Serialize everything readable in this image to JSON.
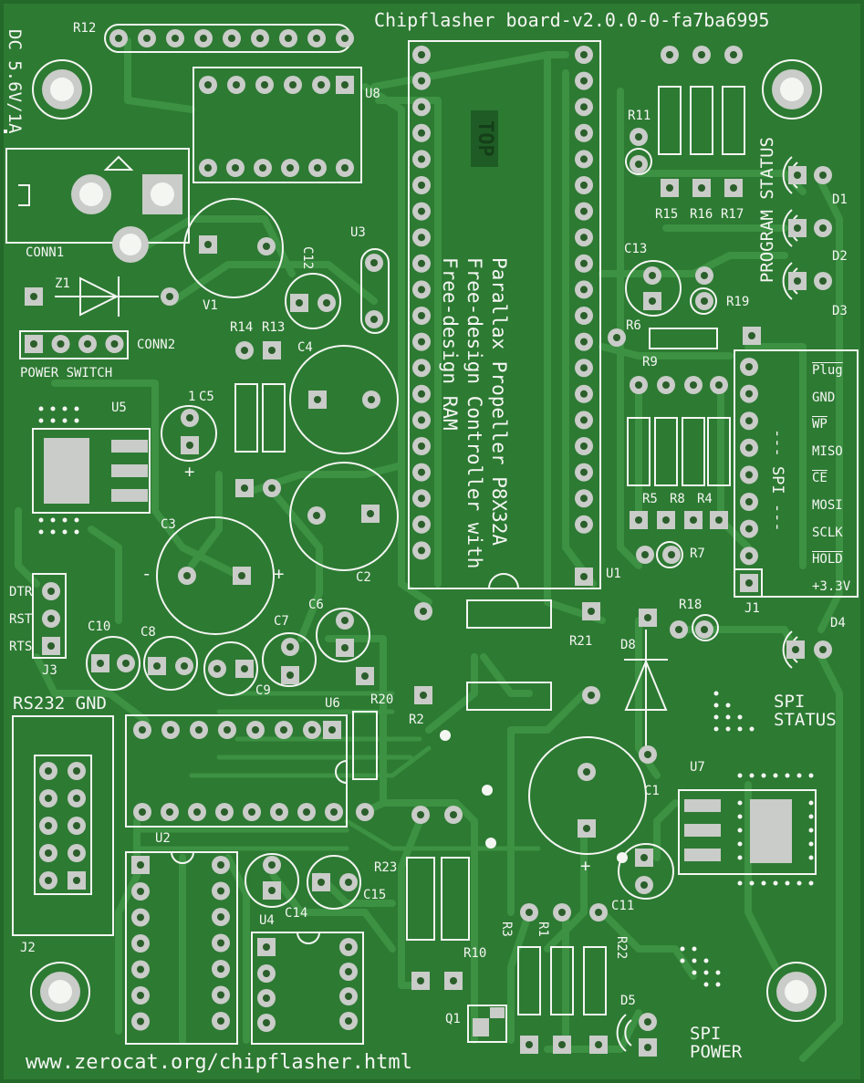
{
  "board": {
    "title": "Chipflasher board-v2.0.0-0-fa7ba6995",
    "url": "www.zerocat.org/chipflasher.html",
    "power_rating": "DC 5.6V/1A",
    "top_marker": "TOP",
    "mcu_lines": [
      "Parallax Propeller P8X32A",
      "Free-design Controller with",
      "Free-design RAM"
    ]
  },
  "labels": {
    "r12": "R12",
    "u8": "U8",
    "conn1": "CONN1",
    "z1": "Z1",
    "v1": "V1",
    "c12": "C12",
    "u3": "U3",
    "conn2": "CONN2",
    "power_switch": "POWER SWITCH",
    "r14": "R14",
    "r13": "R13",
    "c4": "C4",
    "u5": "U5",
    "c5": "C5",
    "c3": "C3",
    "c2": "C2",
    "dtr": "DTR",
    "rst": "RST",
    "rts": "RTS",
    "j3": "J3",
    "c10": "C10",
    "c8": "C8",
    "c9": "C9",
    "c7": "C7",
    "c6": "C6",
    "rs232_gnd": "RS232 GND",
    "u6": "U6",
    "r20": "R20",
    "r2": "R2",
    "u2": "U2",
    "c14": "C14",
    "c15": "C15",
    "u4": "U4",
    "j2": "J2",
    "r23": "R23",
    "r10": "R10",
    "q1": "Q1",
    "r3": "R3",
    "r1": "R1",
    "r22": "R22",
    "c11": "C11",
    "c1": "C1",
    "u1": "U1",
    "r21": "R21",
    "d8": "D8",
    "r18": "R18",
    "d4": "D4",
    "spi_status": [
      "SPI",
      "STATUS"
    ],
    "u7": "U7",
    "d5": "D5",
    "spi_power": [
      "SPI",
      "POWER"
    ],
    "r7": "R7",
    "r5": "R5",
    "r8": "R8",
    "r4": "R4",
    "r9": "R9",
    "r6": "R6",
    "r19": "R19",
    "c13": "C13",
    "r11": "R11",
    "r15": "R15",
    "r16": "R16",
    "r17": "R17",
    "program_status": "PROGRAM STATUS",
    "d1": "D1",
    "d2": "D2",
    "d3": "D3",
    "j1": "J1",
    "spi_side": "--- SPI ---",
    "plus": "+",
    "minus": "-",
    "one": "1"
  },
  "spi_pins": [
    "Plug",
    "GND",
    "WP",
    "MISO",
    "CE",
    "MOSI",
    "SCLK",
    "HOLD",
    "+3.3V"
  ],
  "colors": {
    "board_green": "#2d7a33",
    "trace_green": "#3c9142",
    "silkscreen": "#f4f6f2",
    "pad_silver": "#c9ccc8",
    "pad_hole": "#2a5e2a",
    "edge_dark": "#1c5a22"
  }
}
